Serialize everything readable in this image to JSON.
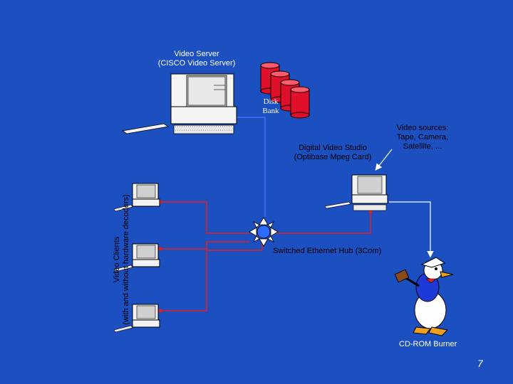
{
  "labels": {
    "server_title_line1": "Video Server",
    "server_title_line2": "(CISCO Video Server)",
    "disk_line1": "Disk",
    "disk_line2": "Bank",
    "studio_line1": "Digital Video Studio",
    "studio_line2": "(Optibase Mpeg Card)",
    "sources_line1": "Video sources:",
    "sources_line2": "Tape, Camera,",
    "sources_line3": "Satellite, ...",
    "hub": "Switched Ethernet Hub (3Com)",
    "clients_line1": "Video Clients",
    "clients_line2": "(with and without hardware decoders)",
    "burner": "CD-ROM Burner",
    "page_number": "7"
  },
  "colors": {
    "background": "#1c4fc0",
    "lan_link": "#e02020",
    "server_link": "#2050ff",
    "disk": "#e0102a",
    "computer": "#d8d8d8"
  },
  "icons": [
    "server-computer-icon",
    "disk-cylinder-icon",
    "workstation-icon",
    "hub-icon",
    "duck-mascot-icon"
  ]
}
